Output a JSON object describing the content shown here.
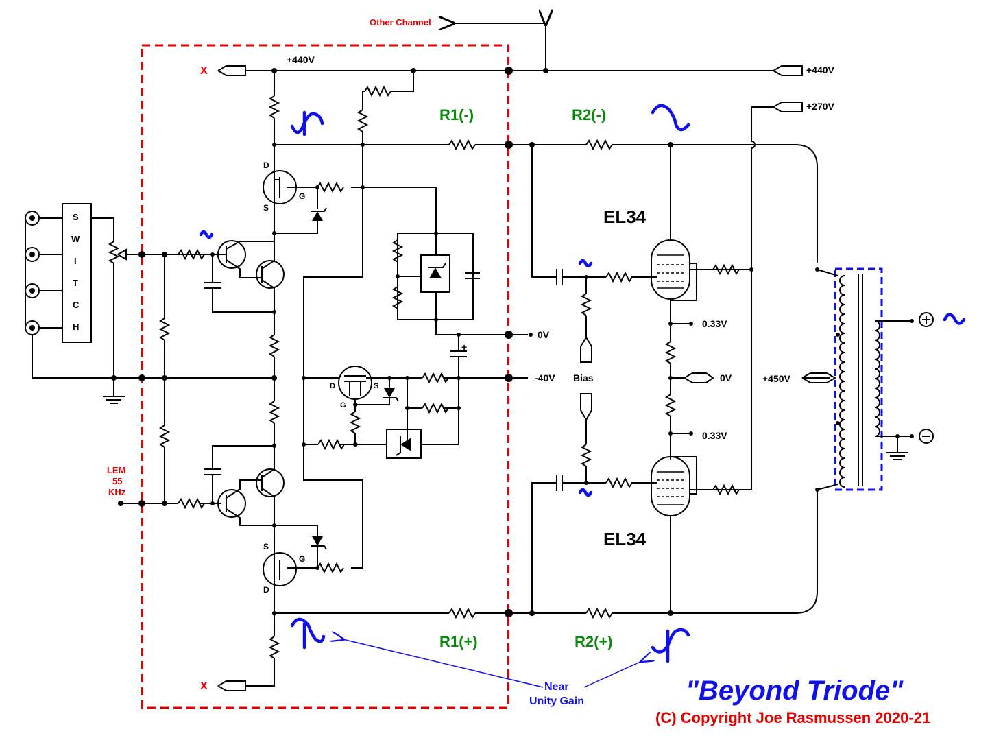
{
  "labels": {
    "other_channel": "Other Channel",
    "v440_top": "+440V",
    "v440_right": "+440V",
    "v270": "+270V",
    "x_top": "X",
    "x_bottom": "X",
    "r1_minus": "R1(-)",
    "r2_minus": "R2(-)",
    "r1_plus": "R1(+)",
    "r2_plus": "R2(+)",
    "el34_top": "EL34",
    "el34_bottom": "EL34",
    "switch_letters": [
      "S",
      "W",
      "I",
      "T",
      "C",
      "H"
    ],
    "d_top": "D",
    "s_top": "S",
    "g_top": "G",
    "d_mid": "D",
    "s_mid": "S",
    "g_mid": "G",
    "s_bot": "S",
    "g_bot": "G",
    "d_bot": "D",
    "v0_left": "0V",
    "vneg40": "-40V",
    "bias": "Bias",
    "v033_top": "0.33V",
    "v0_right": "0V",
    "v033_bottom": "0.33V",
    "v450": "+450V",
    "plus_sym": "+",
    "lem": [
      "LEM",
      "55",
      "KHz"
    ],
    "near_unity": [
      "Near",
      "Unity Gain"
    ],
    "title": "\"Beyond Triode\"",
    "copyright": "(C) Copyright Joe Rasmussen 2020-21"
  },
  "colors": {
    "module_border": "#e60000",
    "transformer_box": "#1010ee",
    "label_green": "#0a8a0a",
    "label_red": "#e60000",
    "label_blue": "#1010ee"
  }
}
